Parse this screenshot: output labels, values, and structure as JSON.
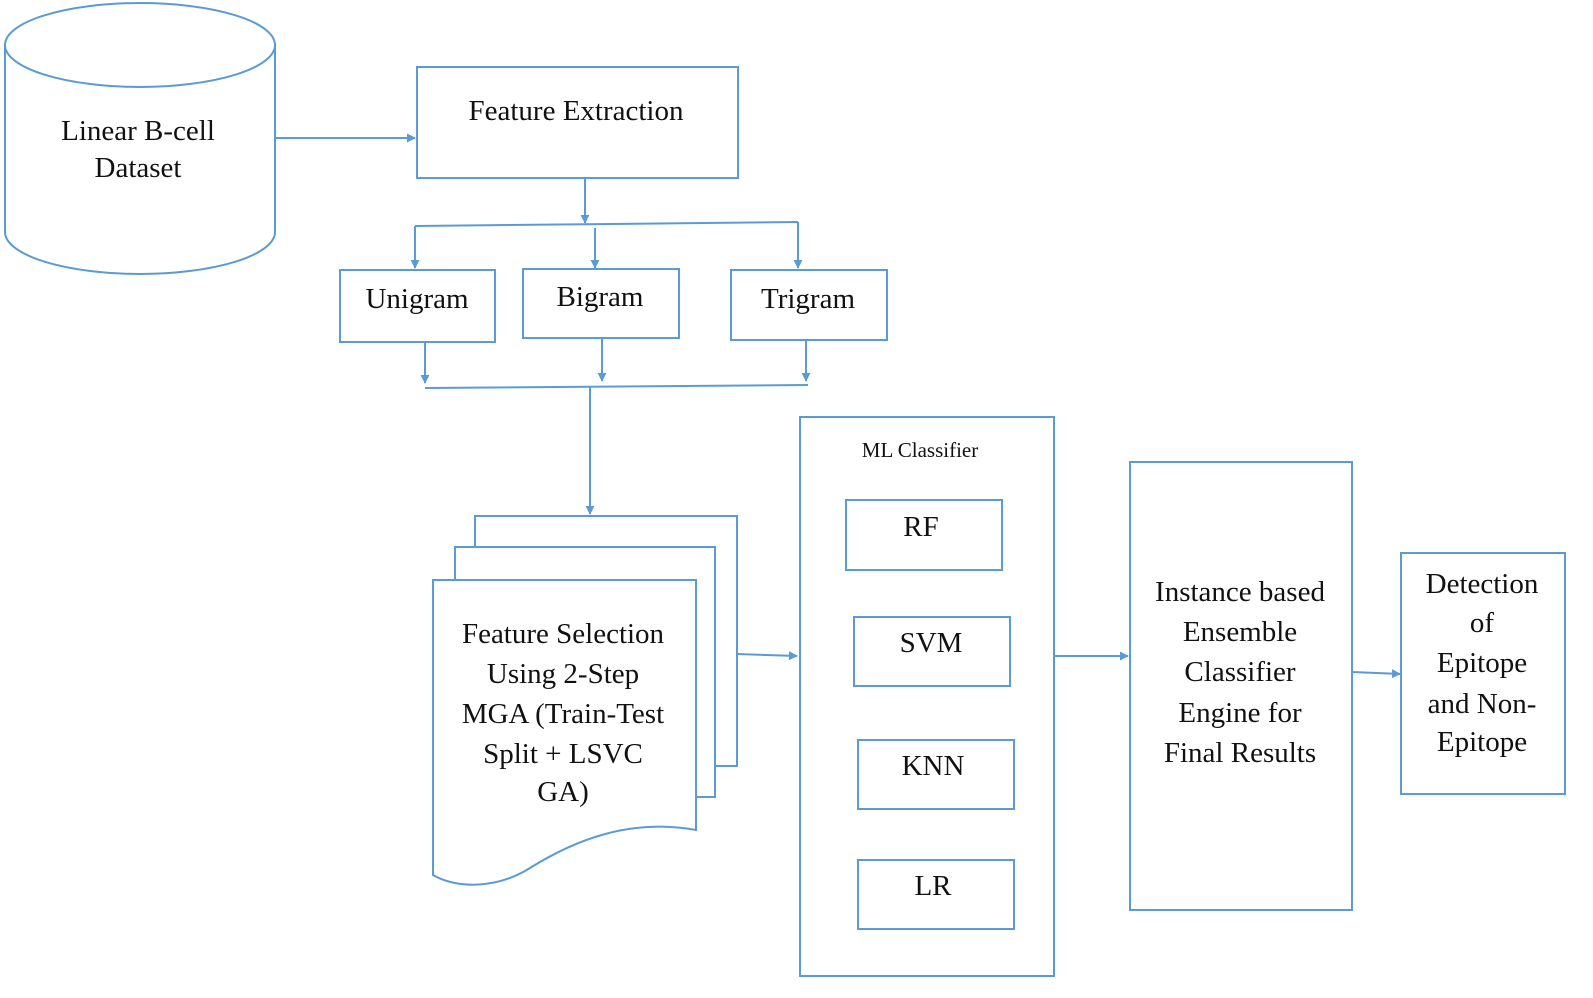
{
  "dataset": {
    "lines": [
      "Linear B-cell",
      "Dataset"
    ]
  },
  "feature_extraction": {
    "label": "Feature Extraction"
  },
  "ngrams": {
    "unigram": "Unigram",
    "bigram": "Bigram",
    "trigram": "Trigram"
  },
  "feature_selection": {
    "lines": [
      "Feature Selection",
      "Using 2-Step",
      "MGA (Train-Test",
      "Split + LSVC",
      "GA)"
    ]
  },
  "ml_classifier": {
    "title": "ML Classifier",
    "items": [
      "RF",
      "SVM",
      "KNN",
      "LR"
    ]
  },
  "ensemble": {
    "lines": [
      "Instance based",
      "Ensemble",
      "Classifier",
      "Engine for",
      "Final Results"
    ]
  },
  "detection": {
    "lines": [
      "Detection",
      "of",
      "Epitope",
      "and Non-",
      "Epitope"
    ]
  },
  "colors": {
    "stroke": "#5b9bd5",
    "text": "#111111"
  }
}
